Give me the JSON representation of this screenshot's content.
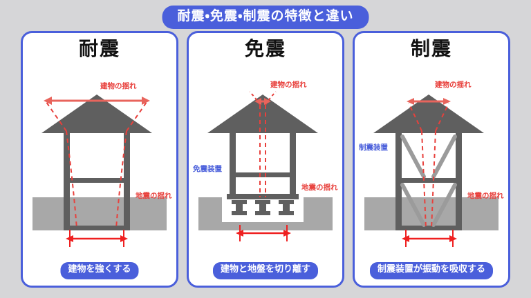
{
  "title": "耐震・免震・制震の特徴と違い",
  "colors": {
    "background": "#d6d6d8",
    "accent_blue": "#4a5fdb",
    "panel_bg": "#ffffff",
    "structure_gray": "#5f5f5f",
    "brace_gray": "#9b9b9b",
    "ground_gray": "#a8a8a8",
    "arrow_red": "#e8403c",
    "sway_red": "#e8403c",
    "title_text": "#111111"
  },
  "panels": [
    {
      "key": "taishin",
      "title": "耐震",
      "caption": "建物を強くする",
      "label_building_sway": "建物の揺れ",
      "label_ground_sway": "地震の揺れ",
      "label_device": null,
      "building_sway_width": "large",
      "ground_sway_width": "medium",
      "structure": "rigid-frame"
    },
    {
      "key": "menshin",
      "title": "免震",
      "caption": "建物と地盤を切り離す",
      "label_building_sway": "建物の揺れ",
      "label_ground_sway": "地震の揺れ",
      "label_device": "免震装置",
      "building_sway_width": "small",
      "ground_sway_width": "medium",
      "structure": "base-isolated"
    },
    {
      "key": "seishin",
      "title": "制震",
      "caption": "制震装置が振動を吸収する",
      "label_building_sway": "建物の揺れ",
      "label_ground_sway": "地震の揺れ",
      "label_device": "制震装置",
      "building_sway_width": "medium",
      "ground_sway_width": "medium",
      "structure": "braced-damper"
    }
  ]
}
